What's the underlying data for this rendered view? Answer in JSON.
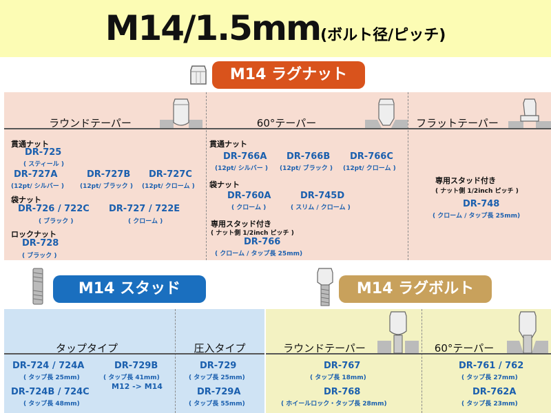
{
  "title": {
    "main": "M14/1.5mm",
    "sub": "(ボルト径/ピッチ)"
  },
  "lug_nut": {
    "pill": "M14 ラグナット",
    "round": {
      "header": "ラウンドテーパー",
      "thru_label": "貫通ナット",
      "thru_items": [
        {
          "pn": "DR-725",
          "note": "( スティール )"
        },
        {
          "pn": "DR-727A",
          "note": "(12pt/ シルバー )"
        },
        {
          "pn": "DR-727B",
          "note": "(12pt/ ブラック )"
        },
        {
          "pn": "DR-727C",
          "note": "(12pt/ クローム )"
        }
      ],
      "bag_label": "袋ナット",
      "bag_items": [
        {
          "pn": "DR-726 / 722C",
          "note": "( ブラック )"
        },
        {
          "pn": "DR-727 / 722E",
          "note": "( クローム )"
        }
      ],
      "lock_label": "ロックナット",
      "lock_items": [
        {
          "pn": "DR-728",
          "note": "( ブラック )"
        }
      ]
    },
    "taper60": {
      "header": "60°テーパー",
      "thru_label": "貫通ナット",
      "thru_items": [
        {
          "pn": "DR-766A",
          "note": "(12pt/ シルバー )"
        },
        {
          "pn": "DR-766B",
          "note": "(12pt/ ブラック )"
        },
        {
          "pn": "DR-766C",
          "note": "(12pt/ クローム )"
        }
      ],
      "bag_label": "袋ナット",
      "bag_items": [
        {
          "pn": "DR-760A",
          "note": "( クローム )"
        },
        {
          "pn": "DR-745D",
          "note": "( スリム / クローム )"
        }
      ],
      "stud_label": "専用スタッド付き",
      "stud_sub": "( ナット側 1/2inch ピッチ )",
      "stud_items": [
        {
          "pn": "DR-766",
          "note": "( クローム / タップ長 25mm)"
        }
      ]
    },
    "flat": {
      "header": "フラットテーパー",
      "stud_label": "専用スタッド付き",
      "stud_sub": "( ナット側 1/2inch ピッチ )",
      "stud_items": [
        {
          "pn": "DR-748",
          "note": "( クローム / タップ長 25mm)"
        }
      ]
    }
  },
  "stud": {
    "pill": "M14 スタッド",
    "tap": {
      "header": "タップタイプ",
      "items": [
        {
          "pn": "DR-724 / 724A",
          "note": "( タップ長 25mm)"
        },
        {
          "pn": "DR-729B",
          "note": "( タップ長 41mm)",
          "extra": "M12 -> M14"
        },
        {
          "pn": "DR-724B / 724C",
          "note": "( タップ長 48mm)"
        }
      ]
    },
    "press": {
      "header": "圧入タイプ",
      "items": [
        {
          "pn": "DR-729",
          "note": "( タップ長 25mm)"
        },
        {
          "pn": "DR-729A",
          "note": "( タップ長 55mm)"
        }
      ]
    }
  },
  "lug_bolt": {
    "pill": "M14 ラグボルト",
    "round": {
      "header": "ラウンドテーパー",
      "items": [
        {
          "pn": "DR-767",
          "note": "( タップ長 18mm)"
        },
        {
          "pn": "DR-768",
          "note": "( ホイールロック・タップ長 28mm)"
        }
      ]
    },
    "taper60": {
      "header": "60°テーパー",
      "items": [
        {
          "pn": "DR-761 / 762",
          "note": "( タップ長 27mm)"
        },
        {
          "pn": "DR-762A",
          "note": "( タップ長 23mm)"
        }
      ]
    }
  },
  "colors": {
    "title_bg": "#fcfcb4",
    "nut_pill": "#d9531c",
    "stud_pill": "#1a6fbf",
    "bolt_pill": "#c8a15c",
    "part_number": "#1a5fae"
  }
}
